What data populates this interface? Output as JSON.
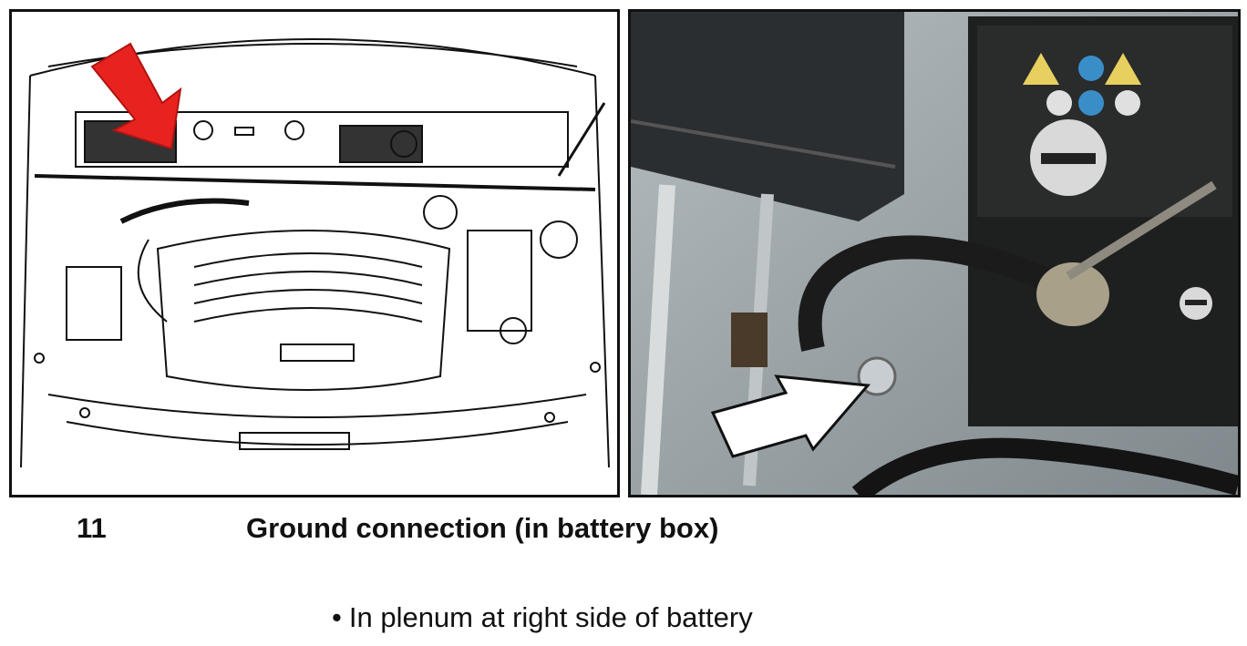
{
  "figure": {
    "number": "11",
    "title": "Ground connection (in battery box)"
  },
  "notes": [
    {
      "bullet": "•",
      "text": "In plenum at right side of battery"
    }
  ],
  "colors": {
    "left_arrow": "#e8231f",
    "right_arrow_fill": "#ffffff",
    "outline": "#111111"
  },
  "icons": {
    "left_arrow": "red-arrow-icon",
    "right_arrow": "white-arrow-icon"
  }
}
